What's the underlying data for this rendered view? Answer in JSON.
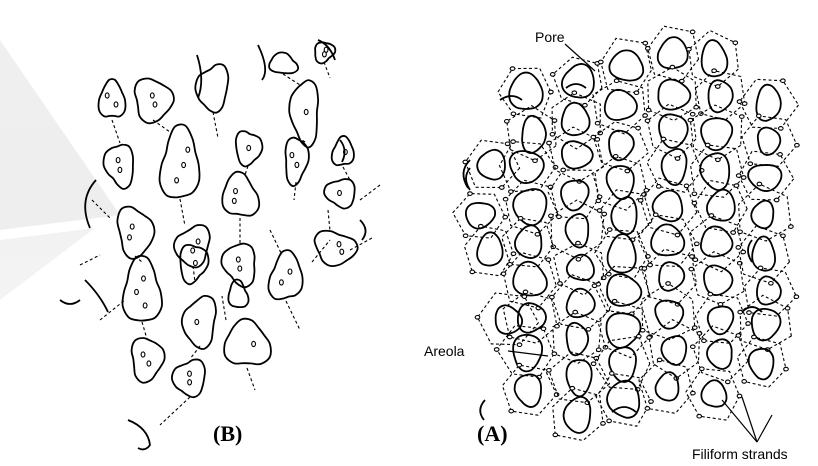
{
  "figure": {
    "labels": {
      "pore": "Pore",
      "areola": "Areola",
      "filiform": "Filiform strands",
      "panel_a": "(A)",
      "panel_b": "(B)"
    }
  }
}
